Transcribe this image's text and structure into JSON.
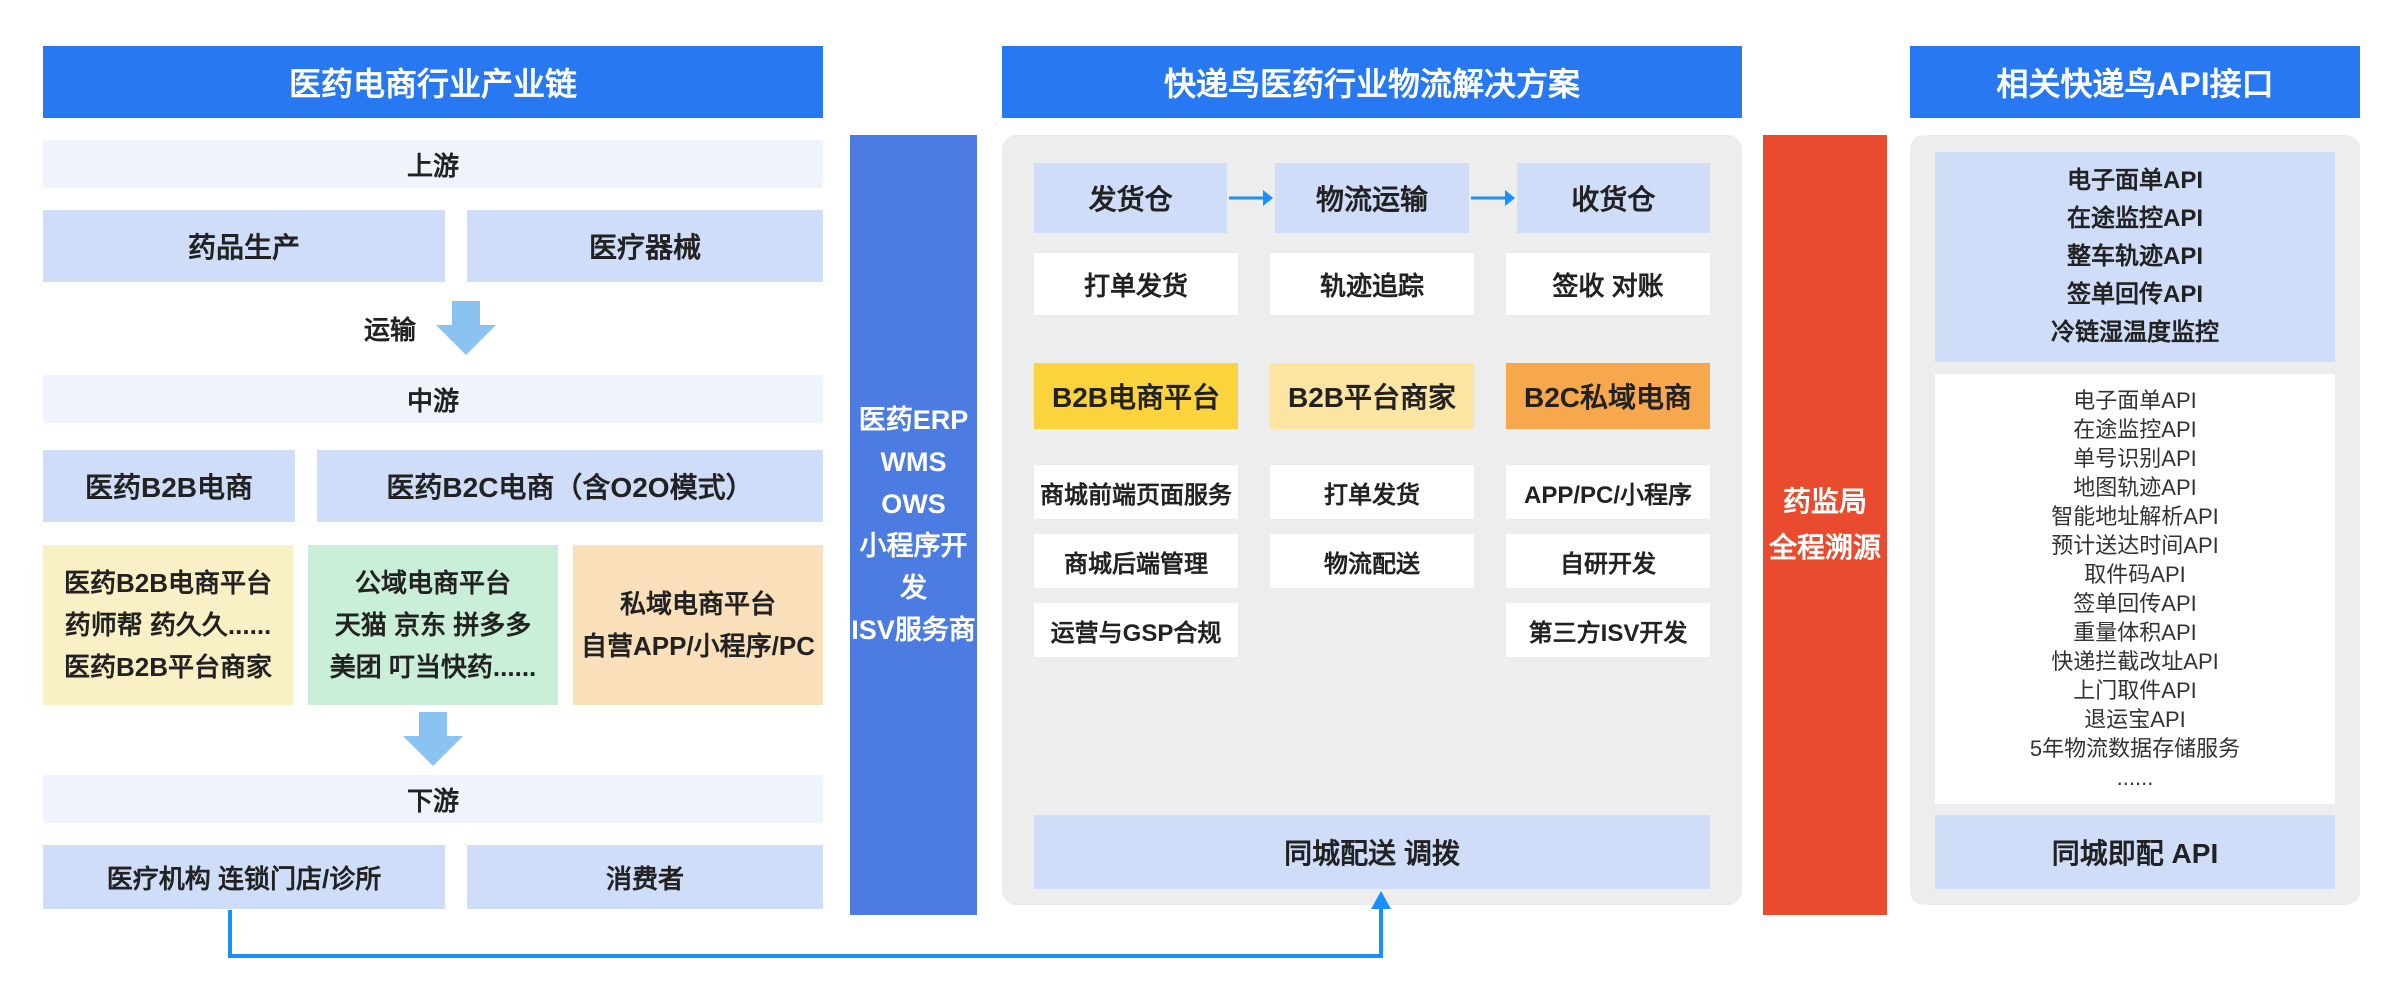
{
  "colors": {
    "header_blue": "#2878f2",
    "bar_blue": "#4c7ce1",
    "bar_red": "#e84b2e",
    "light_blue": "#cfddf8",
    "pale_blue": "#eef3fc",
    "pale_yellow": "#faf0c5",
    "pale_green": "#c9efd8",
    "pale_orange": "#fadfbb",
    "gold": "#fbd33c",
    "light_gold": "#fce4a3",
    "orange": "#f7a84c",
    "gray_panel": "#ededed",
    "arrow_blue": "#1890ff",
    "soft_arrow": "#8ac2f2"
  },
  "left": {
    "title": "医药电商行业产业链",
    "tier_upstream": "上游",
    "drug_production": "药品生产",
    "medical_devices": "医疗器械",
    "transport_label": "运输",
    "tier_midstream": "中游",
    "b2b_ecommerce": "医药B2B电商",
    "b2c_ecommerce": "医药B2C电商（含O2O模式）",
    "b2b_platform_box": [
      "医药B2B电商平台",
      "药师帮 药久久......",
      "医药B2B平台商家"
    ],
    "public_domain_box": [
      "公域电商平台",
      "天猫 京东 拼多多",
      "美团 叮当快药......"
    ],
    "private_domain_box": [
      "私域电商平台",
      "自营APP/小程序/PC"
    ],
    "tier_downstream": "下游",
    "medical_org": "医疗机构 连锁门店/诊所",
    "consumer": "消费者"
  },
  "erp_bar": {
    "lines": [
      "医药ERP",
      "WMS",
      "OWS",
      "小程序开发",
      "ISV服务商"
    ]
  },
  "middle": {
    "title": "快递鸟医药行业物流解决方案",
    "flow": [
      "发货仓",
      "物流运输",
      "收货仓"
    ],
    "flow_sub": [
      "打单发货",
      "轨迹追踪",
      "签收 对账"
    ],
    "channels": [
      "B2B电商平台",
      "B2B平台商家",
      "B2C私域电商"
    ],
    "grid_row1": [
      "商城前端页面服务",
      "打单发货",
      "APP/PC/小程序"
    ],
    "grid_row2": [
      "商城后端管理",
      "物流配送",
      "自研开发"
    ],
    "grid_row3_col1": "运营与GSP合规",
    "grid_row3_col3": "第三方ISV开发",
    "city_delivery": "同城配送 调拨"
  },
  "regulator_bar": {
    "lines": [
      "药监局",
      "全程溯源"
    ]
  },
  "right": {
    "title": "相关快递鸟API接口",
    "highlight_apis": [
      "电子面单API",
      "在途监控API",
      "整车轨迹API",
      "签单回传API",
      "冷链湿温度监控"
    ],
    "api_list": [
      "电子面单API",
      "在途监控API",
      "单号识别API",
      "地图轨迹API",
      "智能地址解析API",
      "预计送达时间API",
      "取件码API",
      "签单回传API",
      "重量体积API",
      "快递拦截改址API",
      "上门取件API",
      "退运宝API",
      "5年物流数据存储服务",
      "......"
    ],
    "city_api": "同城即配 API"
  }
}
